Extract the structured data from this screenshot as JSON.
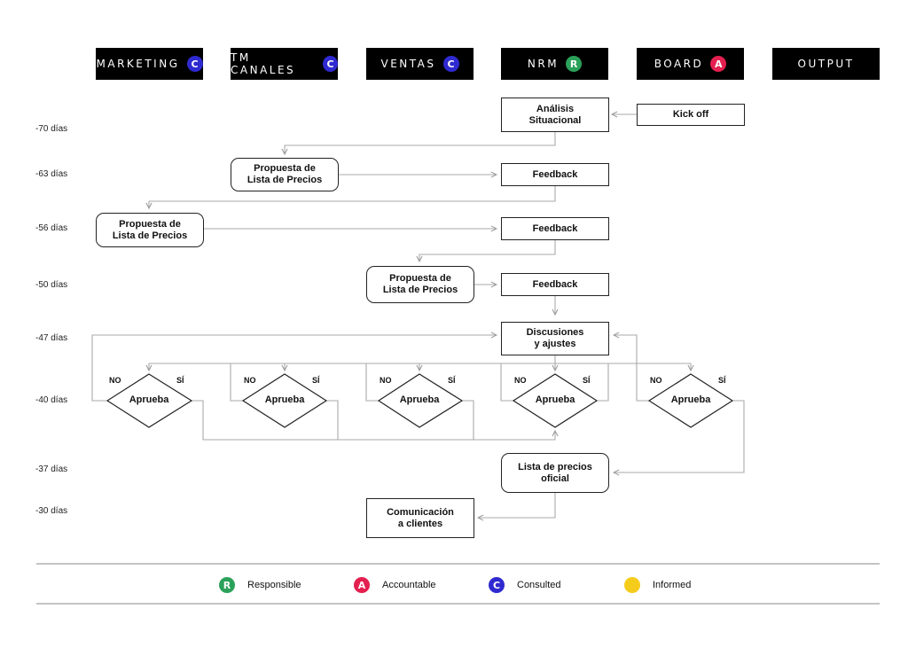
{
  "colors": {
    "responsible": "#2ba15a",
    "accountable": "#e3204f",
    "consulted": "#2f2ad0",
    "informed": "#f6cc1c"
  },
  "columns": [
    {
      "label": "MARKETING",
      "badge": "C",
      "role": "consulted"
    },
    {
      "label": "TM CANALES",
      "badge": "C",
      "role": "consulted"
    },
    {
      "label": "VENTAS",
      "badge": "C",
      "role": "consulted"
    },
    {
      "label": "NRM",
      "badge": "R",
      "role": "responsible"
    },
    {
      "label": "BOARD",
      "badge": "A",
      "role": "accountable"
    },
    {
      "label": "OUTPUT",
      "badge": "",
      "role": ""
    }
  ],
  "rows": [
    "-70 días",
    "-63 días",
    "-56 días",
    "-50 días",
    "-47 días",
    "-40 días",
    "-37 días",
    "-30 días"
  ],
  "nodes": {
    "analisis": "Análisis\nSituacional",
    "kickoff": "Kick off",
    "propuesta_tm": "Propuesta de\nLista de Precios",
    "feedback_1": "Feedback",
    "propuesta_mkt": "Propuesta de\nLista de Precios",
    "feedback_2": "Feedback",
    "propuesta_ventas": "Propuesta de\nLista de Precios",
    "feedback_3": "Feedback",
    "discusiones": "Discusiones\ny ajustes",
    "lista_oficial": "Lista de precios\noficial",
    "comunicacion": "Comunicación\na clientes"
  },
  "decisions": {
    "label": "Aprueba",
    "no": "NO",
    "si": "SÍ"
  },
  "legend": [
    {
      "badge": "R",
      "label": "Responsible",
      "role": "responsible"
    },
    {
      "badge": "A",
      "label": "Accountable",
      "role": "accountable"
    },
    {
      "badge": "C",
      "label": "Consulted",
      "role": "consulted"
    },
    {
      "badge": "",
      "label": "Informed",
      "role": "informed"
    }
  ]
}
